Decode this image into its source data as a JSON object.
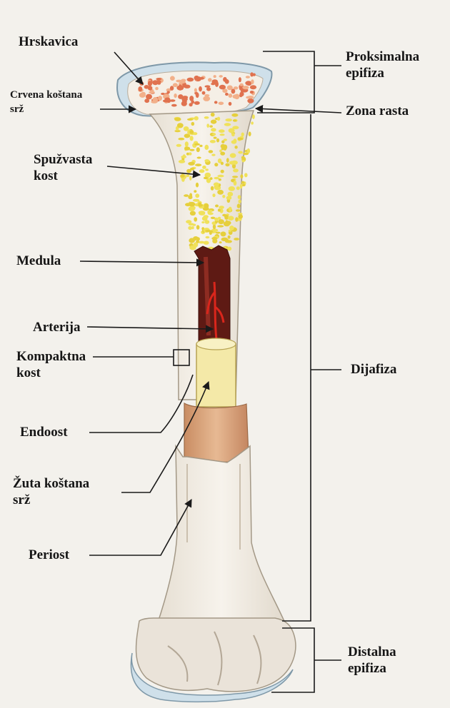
{
  "labels": {
    "hrskavica": "Hrskavica",
    "crvena_kostana_srz": "Crvena koštana\nsrž",
    "spuzvasta_kost": "Spužvasta\nkost",
    "medula": "Medula",
    "arterija": "Arterija",
    "kompaktna_kost": "Kompaktna\nkost",
    "endoost": "Endoost",
    "zuta_kostana_srz": "Žuta koštana\nsrž",
    "periost": "Periost",
    "proksimalna_epifiza": "Proksimalna\nepifiza",
    "zona_rasta": "Zona rasta",
    "dijafiza": "Dijafiza",
    "distalna_epifiza": "Distalna\nepifiza"
  },
  "colors": {
    "background": "#f3f1ec",
    "cartilage": "#cfe0ea",
    "red_marrow": "#e0724f",
    "spongy_bone": "#f0e15a",
    "medulla": "#5e1a14",
    "artery": "#d9261c",
    "compact_bone": "#f4e9a8",
    "periosteum": "#d9a37a",
    "bone": "#ece6dc",
    "lines": "#1a1a1a"
  }
}
